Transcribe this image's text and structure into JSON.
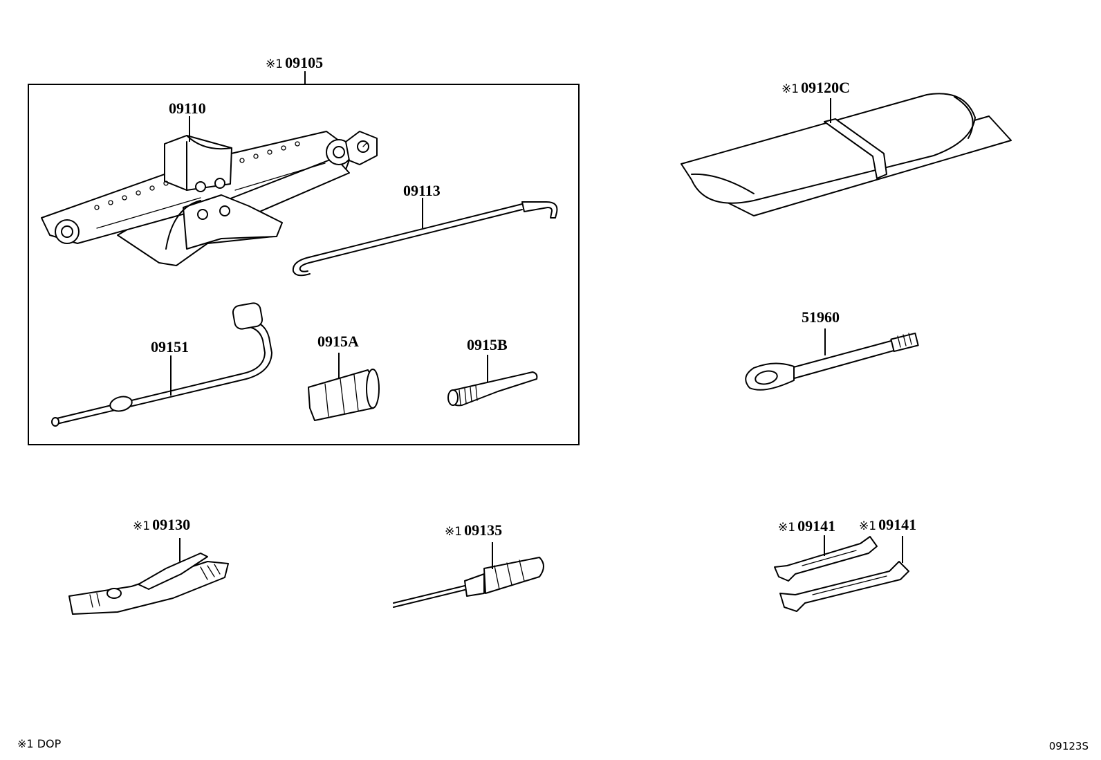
{
  "group_callout": {
    "mark": "※1",
    "number": "09105"
  },
  "parts": [
    {
      "id": "jack",
      "mark": "",
      "number": "09110"
    },
    {
      "id": "jack_handle",
      "mark": "",
      "number": "09113"
    },
    {
      "id": "wheel_wrench",
      "mark": "",
      "number": "09151"
    },
    {
      "id": "adapter_a",
      "mark": "",
      "number": "0915A"
    },
    {
      "id": "adapter_b",
      "mark": "",
      "number": "0915B"
    },
    {
      "id": "tool_bag",
      "mark": "※1",
      "number": "09120C"
    },
    {
      "id": "tow_hook",
      "mark": "",
      "number": "51960"
    },
    {
      "id": "pliers",
      "mark": "※1",
      "number": "09130"
    },
    {
      "id": "screwdriver",
      "mark": "※1",
      "number": "09135"
    },
    {
      "id": "wrench_1",
      "mark": "※1",
      "number": "09141"
    },
    {
      "id": "wrench_2",
      "mark": "※1",
      "number": "09141"
    }
  ],
  "footnote": {
    "mark": "※1",
    "text": "DOP"
  },
  "diagram_code": "09123S"
}
